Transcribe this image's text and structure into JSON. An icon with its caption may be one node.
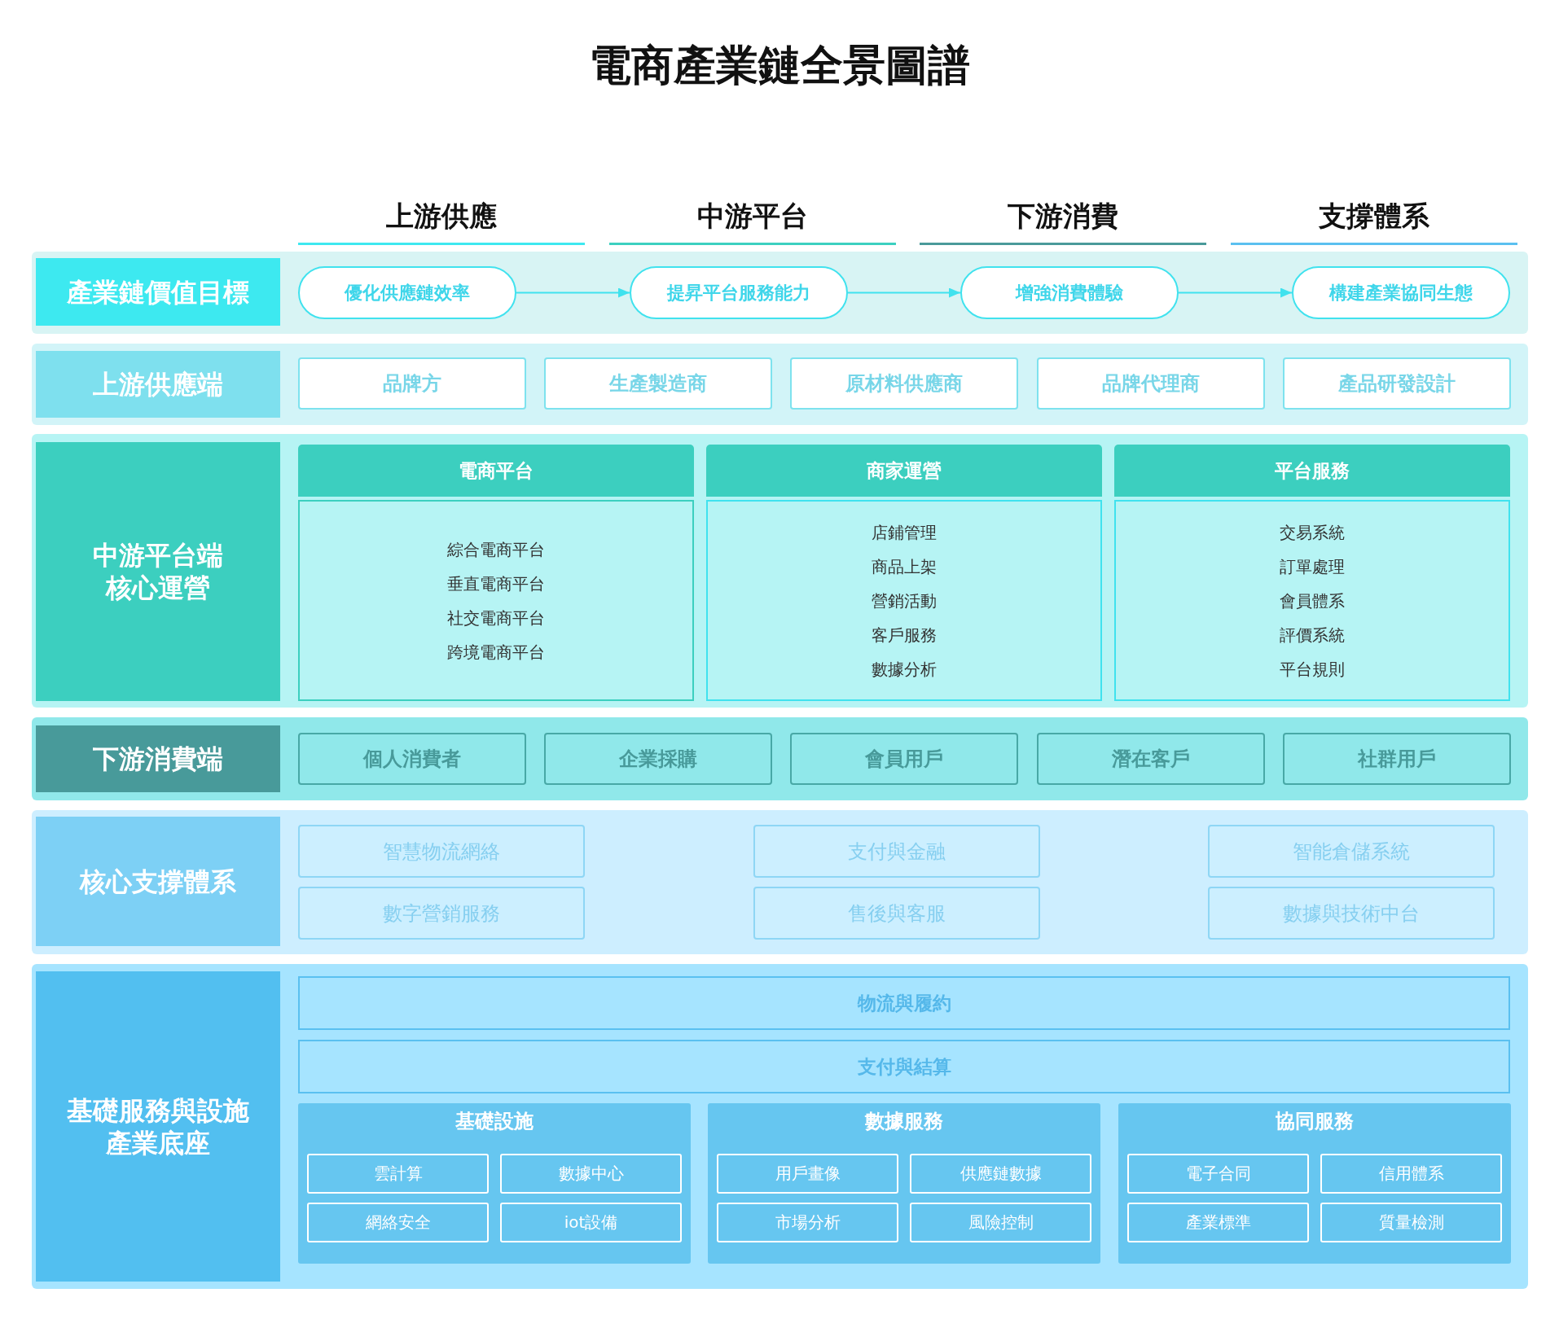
{
  "diagram": {
    "title": "電商產業鏈全景圖譜",
    "nodes": [
      {
        "text": [],
        "shape": "band"
      },
      {
        "text": [
          "產業鏈價值目標"
        ],
        "in": 0
      },
      {
        "text": [
          "優化供應鏈效率"
        ],
        "in": 0
      },
      {
        "text": [
          "提昇平台服務能力"
        ],
        "in": 0
      },
      {
        "text": [
          "增強消費體驗"
        ],
        "in": 0
      },
      {
        "text": [
          "構建產業協同生態"
        ],
        "in": 0
      },
      {
        "text": [],
        "shape": "band"
      },
      {
        "text": [
          "上游供應端"
        ],
        "in": 6
      },
      {
        "text": [
          "品牌方"
        ],
        "in": 6
      },
      {
        "text": [
          "生產製造商"
        ],
        "in": 6
      },
      {
        "text": [
          "原材料供應商"
        ],
        "in": 6
      },
      {
        "text": [
          "品牌代理商"
        ],
        "in": 6
      },
      {
        "text": [
          "產品研發設計"
        ],
        "in": 6
      },
      {
        "text": [],
        "shape": "band"
      },
      {
        "text": [
          "中游平台端核心運營"
        ],
        "in": 13
      },
      {
        "text": [
          "電商平台"
        ],
        "in": 13
      },
      {
        "text": [
          "商家運營"
        ],
        "in": 13
      },
      {
        "text": [
          "平台服務"
        ],
        "in": 13
      },
      {
        "text": [
          "綜合電商平台",
          "垂直電商平台",
          "社交電商平台",
          "跨境電商平台"
        ],
        "in": 13
      },
      {
        "text": [
          "店鋪管理",
          "商品上架",
          "營銷活動",
          "客戶服務",
          "數據分析"
        ],
        "in": 13
      },
      {
        "text": [
          "交易系統",
          "訂單處理",
          "會員體系",
          "評價系統",
          "平台規則"
        ],
        "in": 13
      },
      {
        "text": [],
        "shape": "band"
      },
      {
        "text": [
          "下游消費端"
        ],
        "in": 21
      },
      {
        "text": [
          "個人消費者"
        ],
        "in": 21
      },
      {
        "text": [
          "企業採購"
        ],
        "in": 21
      },
      {
        "text": [
          "會員用戶"
        ],
        "in": 21
      },
      {
        "text": [
          "潛在客戶"
        ],
        "in": 21
      },
      {
        "text": [
          "社群用戶"
        ],
        "in": 21
      },
      {
        "text": [],
        "shape": "band"
      },
      {
        "text": [
          "核心支撐體系"
        ],
        "in": 28
      },
      {
        "text": [
          "智慧物流網絡"
        ],
        "in": 28
      },
      {
        "text": [
          "支付與金融"
        ],
        "in": 28
      },
      {
        "text": [
          "智能倉儲系統"
        ],
        "in": 28
      },
      {
        "text": [
          "數字營銷服務"
        ],
        "in": 28
      },
      {
        "text": [
          "售後與客服"
        ],
        "in": 28
      },
      {
        "text": [
          "數據與技術中台"
        ],
        "in": 28
      },
      {
        "text": [],
        "shape": "band"
      },
      {
        "text": [
          "基礎服務與設施產業底座"
        ],
        "in": 36
      },
      {
        "text": [
          "物流與履約"
        ],
        "in": 36
      },
      {
        "text": [
          "支付與結算"
        ],
        "in": 36
      },
      {
        "text": [
          "基礎設施"
        ],
        "in": 36
      },
      {
        "text": [
          "雲計算"
        ],
        "in": 40
      },
      {
        "text": [
          "數據中心"
        ],
        "in": 40
      },
      {
        "text": [
          "網絡安全"
        ],
        "in": 40
      },
      {
        "text": [
          "iot設備"
        ],
        "in": 40
      },
      {
        "text": [
          "數據服務"
        ],
        "in": 36
      },
      {
        "text": [
          "用戶畫像"
        ],
        "in": 45
      },
      {
        "text": [
          "供應鏈數據"
        ],
        "in": 45
      },
      {
        "text": [
          "市場分析"
        ],
        "in": 45
      },
      {
        "text": [
          "風險控制"
        ],
        "in": 45
      },
      {
        "text": [
          "協同服務"
        ],
        "in": 36
      },
      {
        "text": [
          "電子合同"
        ],
        "in": 50
      },
      {
        "text": [
          "信用體系"
        ],
        "in": 50
      },
      {
        "text": [
          "產業標準"
        ],
        "in": 50
      },
      {
        "text": [
          "質量檢測"
        ],
        "in": 50
      }
    ],
    "edges": [
      {
        "from": 2,
        "to": 3,
        "arrow": "to"
      },
      {
        "from": 3,
        "to": 4,
        "arrow": "to"
      },
      {
        "from": 4,
        "to": 5,
        "arrow": "to"
      }
    ],
    "labels": [
      "上游供應",
      "中游平台",
      "下游消費",
      "支撐體系"
    ]
  }
}
